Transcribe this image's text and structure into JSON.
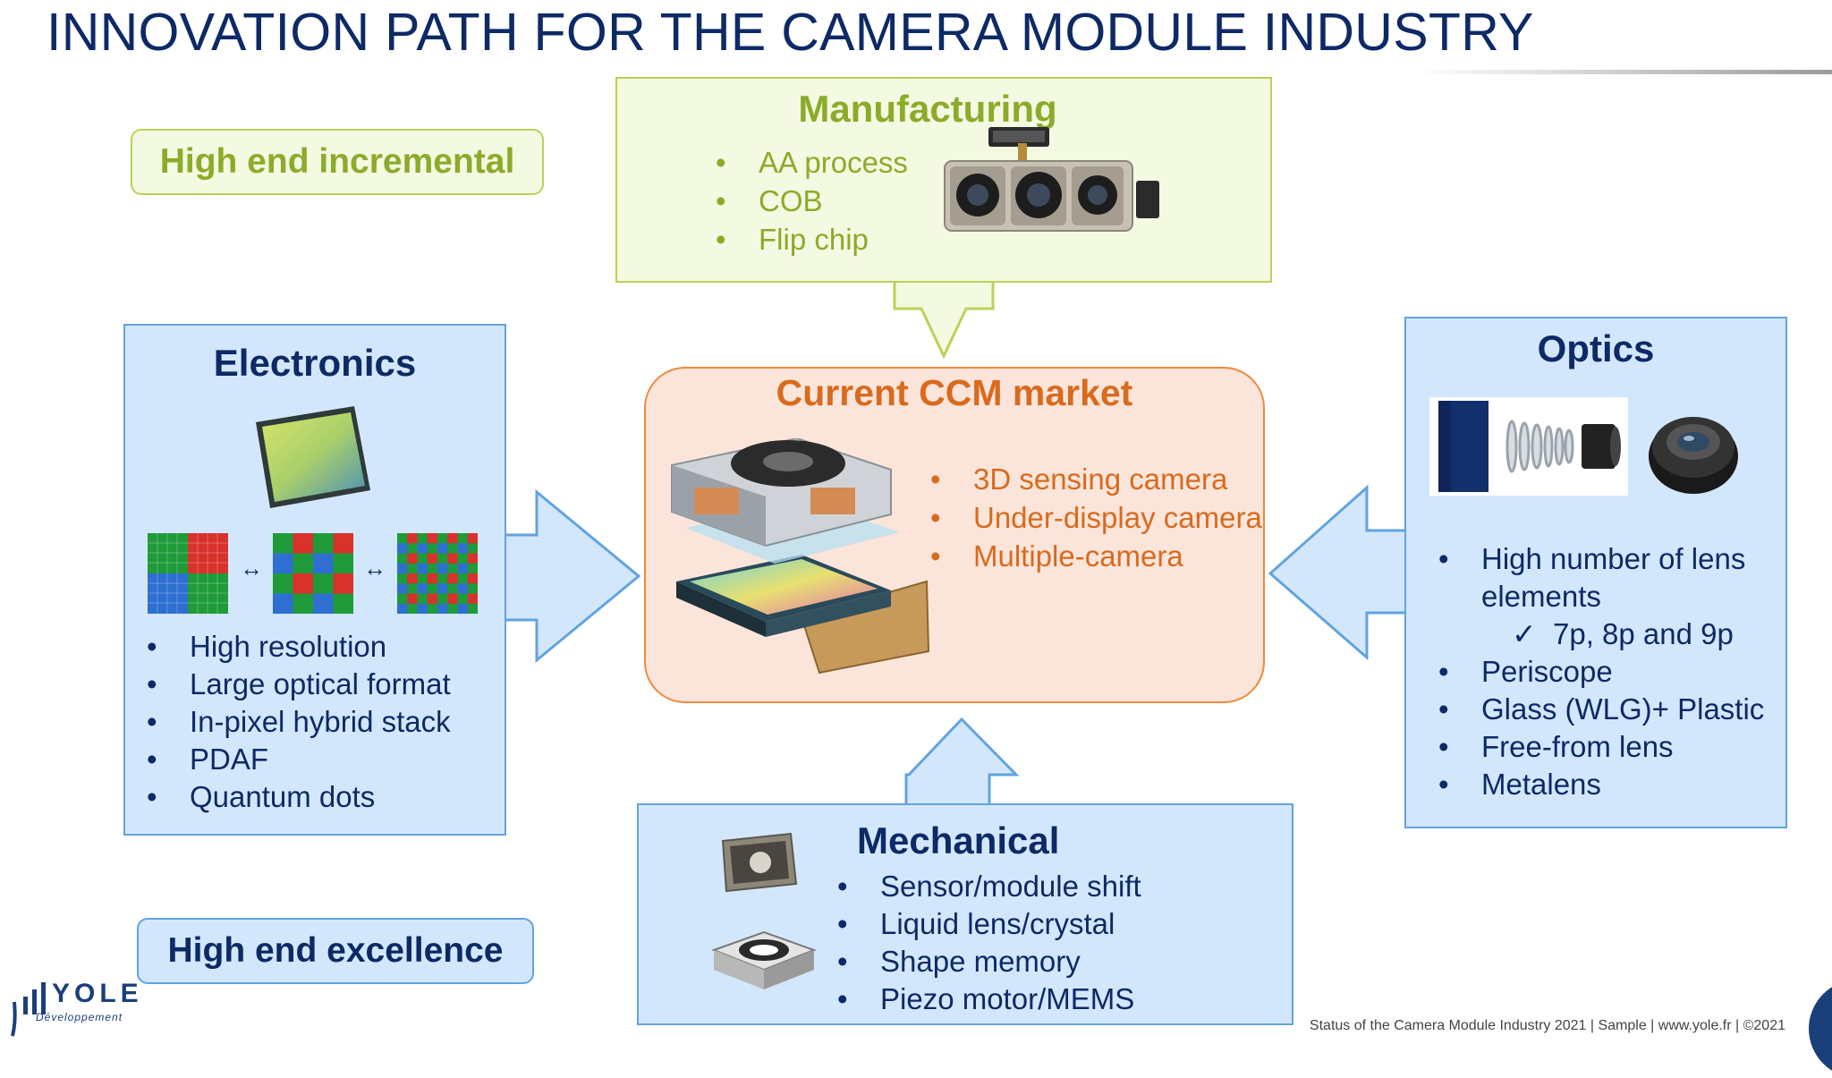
{
  "title": "INNOVATION PATH FOR THE CAMERA MODULE INDUSTRY",
  "high_end_incremental": "High end incremental",
  "high_end_excellence": "High end excellence",
  "manufacturing": {
    "title": "Manufacturing",
    "items": [
      "AA process",
      "COB",
      "Flip chip"
    ]
  },
  "electronics": {
    "title": "Electronics",
    "items": [
      "High resolution",
      "Large optical format",
      "In-pixel hybrid stack",
      "PDAF",
      "Quantum dots"
    ],
    "connector": "↔"
  },
  "center": {
    "title": "Current CCM market",
    "items": [
      "3D sensing camera",
      "Under-display camera",
      "Multiple-camera"
    ]
  },
  "optics": {
    "title": "Optics",
    "items": [
      "High number of lens",
      "elements",
      "7p, 8p and 9p",
      "Periscope",
      "Glass (WLG)+ Plastic",
      "Free-from lens",
      "Metalens"
    ]
  },
  "mechanical": {
    "title": "Mechanical",
    "items": [
      "Sensor/module shift",
      "Liquid lens/crystal",
      "Shape memory",
      "Piezo motor/MEMS"
    ]
  },
  "footer": "Status of the Camera Module Industry 2021 | Sample | www.yole.fr | ©2021",
  "logo": {
    "name": "YOLE",
    "sub": "Développement"
  },
  "colors": {
    "title_navy": "#0d2a66",
    "green_text": "#8bab2a",
    "green_fill": "#f4f9e1",
    "blue_fill": "#d3e7fc",
    "blue_border": "#62a3e0",
    "orange_text": "#d96a1e",
    "orange_fill": "#fbe5da"
  }
}
